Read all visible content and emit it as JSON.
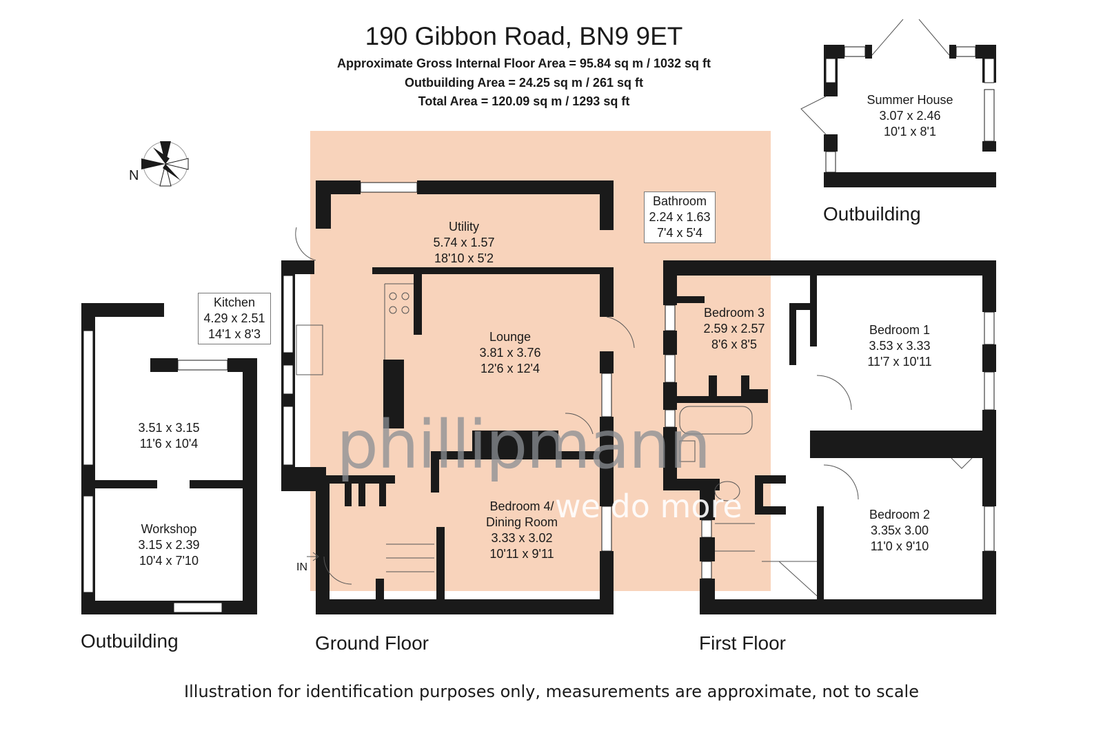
{
  "header": {
    "title": "190 Gibbon Road, BN9 9ET",
    "gross_area": "Approximate Gross Internal Floor Area = 95.84 sq m / 1032 sq ft",
    "outbuilding_area": "Outbuilding Area = 24.25 sq m / 261 sq ft",
    "total_area": "Total Area = 120.09 sq m / 1293 sq ft"
  },
  "compass": {
    "label": "N"
  },
  "entrance": {
    "label": "IN"
  },
  "sections": {
    "outbuilding_left": "Outbuilding",
    "ground_floor": "Ground Floor",
    "first_floor": "First Floor",
    "outbuilding_right": "Outbuilding"
  },
  "rooms": {
    "summer_house": {
      "name": "Summer House",
      "metric": "3.07 x 2.46",
      "imperial": "10'1 x 8'1"
    },
    "bathroom": {
      "name": "Bathroom",
      "metric": "2.24 x 1.63",
      "imperial": "7'4 x 5'4"
    },
    "utility": {
      "name": "Utility",
      "metric": "5.74 x 1.57",
      "imperial": "18'10 x 5'2"
    },
    "kitchen": {
      "name": "Kitchen",
      "metric": "4.29 x 2.51",
      "imperial": "14'1 x 8'3"
    },
    "lounge": {
      "name": "Lounge",
      "metric": "3.81 x 3.76",
      "imperial": "12'6 x 12'4"
    },
    "bedroom4": {
      "name": "Bedroom 4/",
      "name2": "Dining Room",
      "metric": "3.33 x 3.02",
      "imperial": "10'11 x 9'11"
    },
    "outbuilding_room": {
      "metric": "3.51 x 3.15",
      "imperial": "11'6 x 10'4"
    },
    "workshop": {
      "name": "Workshop",
      "metric": "3.15 x 2.39",
      "imperial": "10'4 x 7'10"
    },
    "bedroom3": {
      "name": "Bedroom 3",
      "metric": "2.59 x 2.57",
      "imperial": "8'6 x 8'5"
    },
    "bedroom1": {
      "name": "Bedroom 1",
      "metric": "3.53 x 3.33",
      "imperial": "11'7 x 10'11"
    },
    "bedroom2": {
      "name": "Bedroom 2",
      "metric": "3.35x 3.00",
      "imperial": "11'0 x 9'10"
    }
  },
  "watermark": {
    "brand": "phillipmann",
    "tagline": "we do more"
  },
  "colors": {
    "wall": "#1a1a1a",
    "highlight": "#f8d3bb",
    "watermark_dark": "#8a8e94",
    "watermark_light": "#ffffff"
  },
  "disclaimer": "Illustration for identification purposes only, measurements are approximate, not to scale"
}
